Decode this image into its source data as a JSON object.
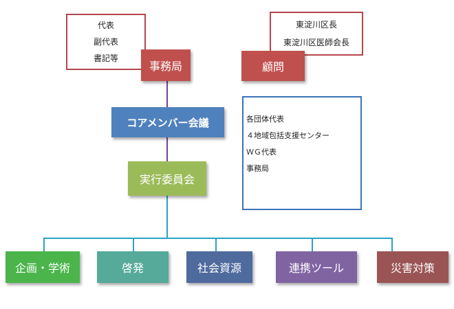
{
  "left_note": {
    "lines": [
      "代表",
      "副代表",
      "書記等"
    ]
  },
  "right_note": {
    "lines": [
      "東淀川区長",
      "東淀川区医師会長"
    ]
  },
  "member_list": {
    "lines": [
      "各団体代表",
      "４地域包括支援センター",
      "ＷＧ代表",
      "事務局"
    ]
  },
  "secretariat": {
    "label": "事務局",
    "color": "#c0504d"
  },
  "advisor": {
    "label": "顧問",
    "color": "#c0504d"
  },
  "core_meeting": {
    "label": "コアメンバー会議",
    "color": "#4f81bd"
  },
  "executive": {
    "label": "実行委員会",
    "color": "#9bbb59"
  },
  "groups": [
    {
      "label": "企画・学術",
      "color": "#4bb54b"
    },
    {
      "label": "啓発",
      "color": "#55aa99"
    },
    {
      "label": "社会資源",
      "color": "#4f6a9d"
    },
    {
      "label": "連携ツール",
      "color": "#8064a2"
    },
    {
      "label": "災害対策",
      "color": "#9b5454"
    }
  ]
}
